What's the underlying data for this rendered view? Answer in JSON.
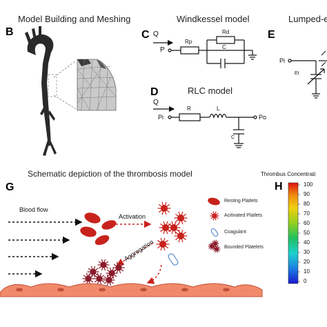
{
  "top": {
    "model_building_title": "Model Building and Meshing",
    "windkessel_title": "Windkessel model",
    "lumped_title": "Lumped-e",
    "rlc_title": "RLC model",
    "panel_b": "B",
    "panel_c": "C",
    "panel_d": "D",
    "panel_e": "E"
  },
  "windkessel": {
    "q": "Q",
    "p": "P",
    "rp": "Rp",
    "rd": "Rd",
    "c": "C"
  },
  "rlc": {
    "q": "Q",
    "pi": "Pi",
    "r": "R",
    "l": "L",
    "c": "C",
    "po": "Po"
  },
  "lumped": {
    "pi": "Pi",
    "et": "Et"
  },
  "thrombosis": {
    "title": "Schematic depiction of the thrombosis model",
    "panel_g": "G",
    "blood_flow": "Blood flow",
    "activation": "Activation",
    "aggregation": "Aggregation",
    "legend": [
      "Resting Platlets",
      "Acitivated Platlets",
      "Coagulant",
      "Bounded Platelets"
    ]
  },
  "colorbar": {
    "title": "Thrombus Concentrati",
    "panel_h": "H",
    "ticks": [
      "100",
      "90",
      "80",
      "70",
      "60",
      "50",
      "40",
      "30",
      "20",
      "10",
      "0"
    ]
  },
  "colors": {
    "platelet_red": "#c8221c",
    "endothelium": "#f08a6a",
    "endothelium_line": "#c0503a",
    "coagulant": "#5b8fd0"
  }
}
